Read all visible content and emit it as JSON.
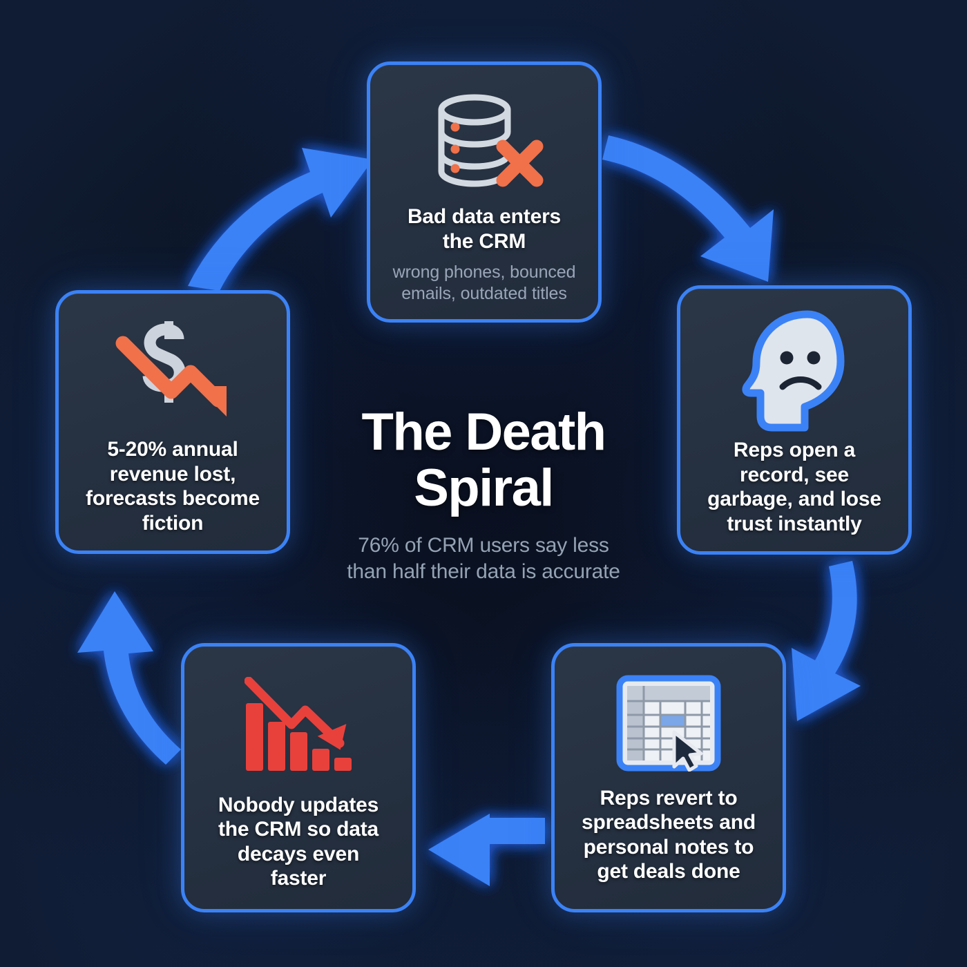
{
  "center": {
    "title_line1": "The Death",
    "title_line2": "Spiral",
    "subtitle_line1": "76% of CRM users say less",
    "subtitle_line2": "than half their data is accurate"
  },
  "colors": {
    "background": "#0b1324",
    "card_fill": "#2a3544",
    "card_border": "#3b82f6",
    "arrow": "#3b82f6",
    "accent_orange": "#f0714a",
    "accent_red": "#e8413c",
    "title_text": "#ffffff",
    "muted_text": "#94a3b4"
  },
  "steps": [
    {
      "id": "bad-data",
      "icon": "database-error-icon",
      "title_line1": "Bad data enters",
      "title_line2": "the CRM",
      "sub_line1": "wrong phones, bounced",
      "sub_line2": "emails, outdated titles"
    },
    {
      "id": "lose-trust",
      "icon": "sad-head-icon",
      "title_line1": "Reps open a",
      "title_line2": "record, see",
      "title_line3": "garbage, and lose",
      "title_line4": "trust instantly"
    },
    {
      "id": "spreadsheets",
      "icon": "spreadsheet-cursor-icon",
      "title_line1": "Reps revert to",
      "title_line2": "spreadsheets and",
      "title_line3": "personal notes to",
      "title_line4": "get deals done"
    },
    {
      "id": "data-decay",
      "icon": "declining-bar-chart-icon",
      "title_line1": "Nobody updates",
      "title_line2": "the CRM so data",
      "title_line3": "decays even",
      "title_line4": "faster"
    },
    {
      "id": "revenue-lost",
      "icon": "dollar-down-arrow-icon",
      "title_line1": "5-20% annual",
      "title_line2": "revenue lost,",
      "title_line3": "forecasts become",
      "title_line4": "fiction"
    }
  ],
  "arrows": [
    {
      "id": "arrow-top-to-right",
      "from": "bad-data",
      "to": "lose-trust",
      "direction": "down-right"
    },
    {
      "id": "arrow-right-to-bottom-right",
      "from": "lose-trust",
      "to": "spreadsheets",
      "direction": "down"
    },
    {
      "id": "arrow-bottom-right-to-bottom-left",
      "from": "spreadsheets",
      "to": "data-decay",
      "direction": "left"
    },
    {
      "id": "arrow-bottom-left-to-left",
      "from": "data-decay",
      "to": "revenue-lost",
      "direction": "up"
    },
    {
      "id": "arrow-left-to-top",
      "from": "revenue-lost",
      "to": "bad-data",
      "direction": "up-right"
    }
  ]
}
